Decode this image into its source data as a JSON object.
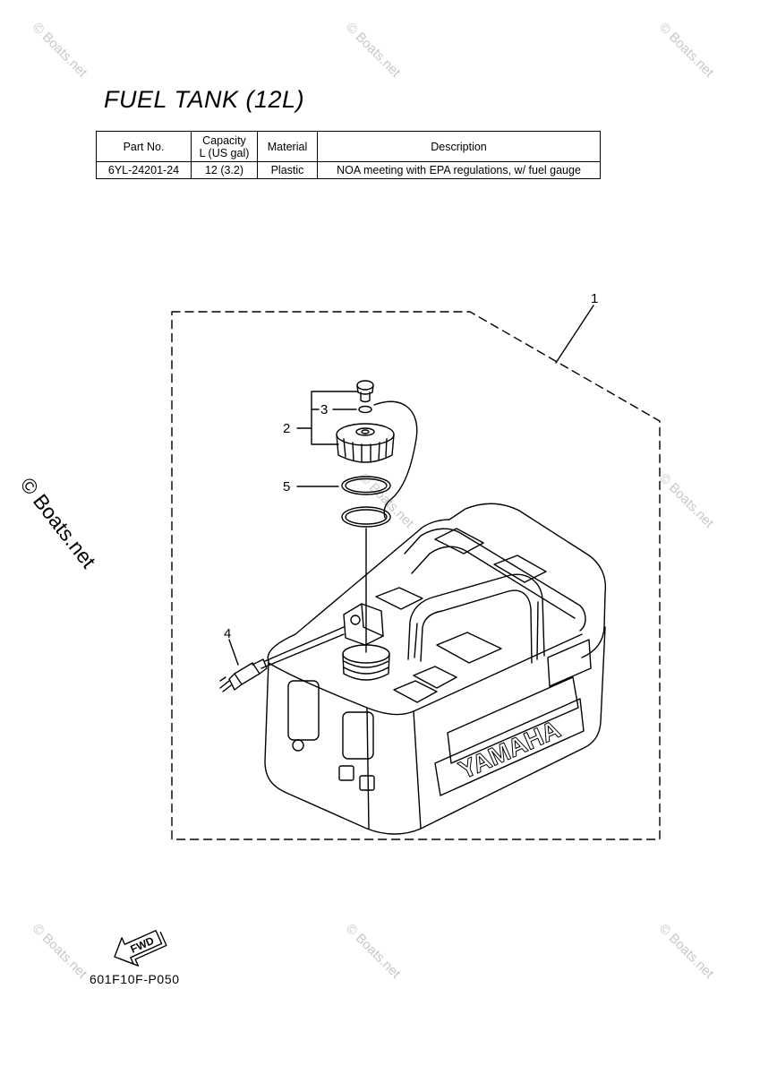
{
  "title": "FUEL TANK (12L)",
  "table": {
    "headers": [
      "Part No.",
      "Capacity\nL (US gal)",
      "Material",
      "Description"
    ],
    "rows": [
      [
        "6YL-24201-24",
        "12 (3.2)",
        "Plastic",
        "NOA meeting with EPA regulations, w/ fuel gauge"
      ]
    ]
  },
  "watermark": "© Boats.net",
  "callouts": [
    "1",
    "2",
    "3",
    "4",
    "5"
  ],
  "tank_brand": "YAMAHA",
  "fwd_label": "FWD",
  "figure_code": "601F10F-P050"
}
